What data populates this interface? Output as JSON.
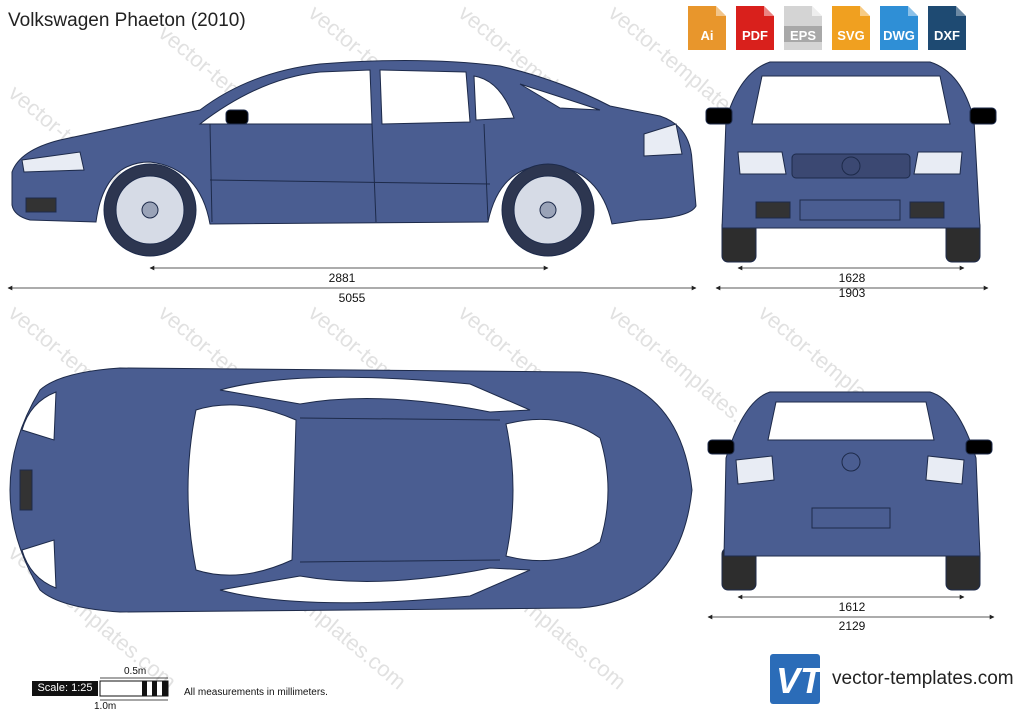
{
  "title": "Volkswagen Phaeton (2010)",
  "formats": [
    {
      "label": "Ai",
      "color": "#e8962c",
      "icon": "file-ai-icon"
    },
    {
      "label": "PDF",
      "color": "#d9201c",
      "icon": "file-pdf-icon"
    },
    {
      "label": "EPS",
      "color": "#c8c8c8",
      "icon": "file-eps-icon"
    },
    {
      "label": "SVG",
      "color": "#f0a020",
      "icon": "file-svg-icon"
    },
    {
      "label": "DWG",
      "color": "#2f8fd6",
      "icon": "file-dwg-icon"
    },
    {
      "label": "DXF",
      "color": "#1e4a72",
      "icon": "file-dxf-icon"
    }
  ],
  "dimensions": {
    "wheelbase": "2881",
    "length": "5055",
    "front_track": "1628",
    "front_width": "1903",
    "rear_track": "1612",
    "rear_width": "2129"
  },
  "scale": {
    "label": "Scale: 1:25",
    "half_meter": "0.5m",
    "one_meter": "1.0m"
  },
  "footnote": "All measurements in millimeters.",
  "watermark": "vector-templates.com",
  "brand": {
    "logo_text": "VT",
    "site": "vector-templates.com",
    "color": "#2b6cb8"
  },
  "car_color": "#4a5d91"
}
